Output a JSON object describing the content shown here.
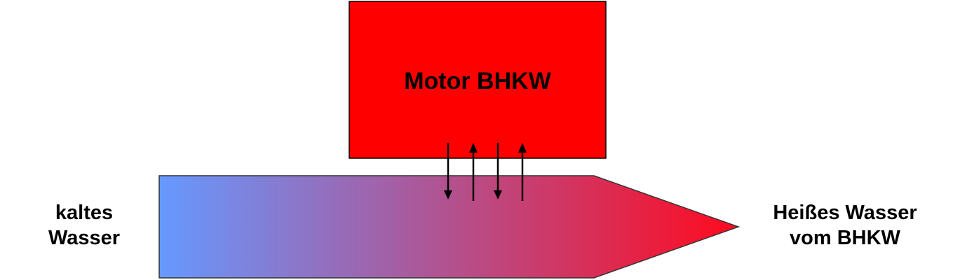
{
  "motor": {
    "label": "Motor BHKW",
    "fill_color": "#ff0000"
  },
  "pipe": {
    "gradient_start_color": "#6699ff",
    "gradient_end_color": "#ff0a1e"
  },
  "arrows": [
    {
      "direction": "down"
    },
    {
      "direction": "up"
    },
    {
      "direction": "down"
    },
    {
      "direction": "up"
    }
  ],
  "inlet": {
    "line1": "kaltes",
    "line2": "Wasser"
  },
  "outlet": {
    "line1": "Heißes Wasser",
    "line2": "vom BHKW"
  }
}
